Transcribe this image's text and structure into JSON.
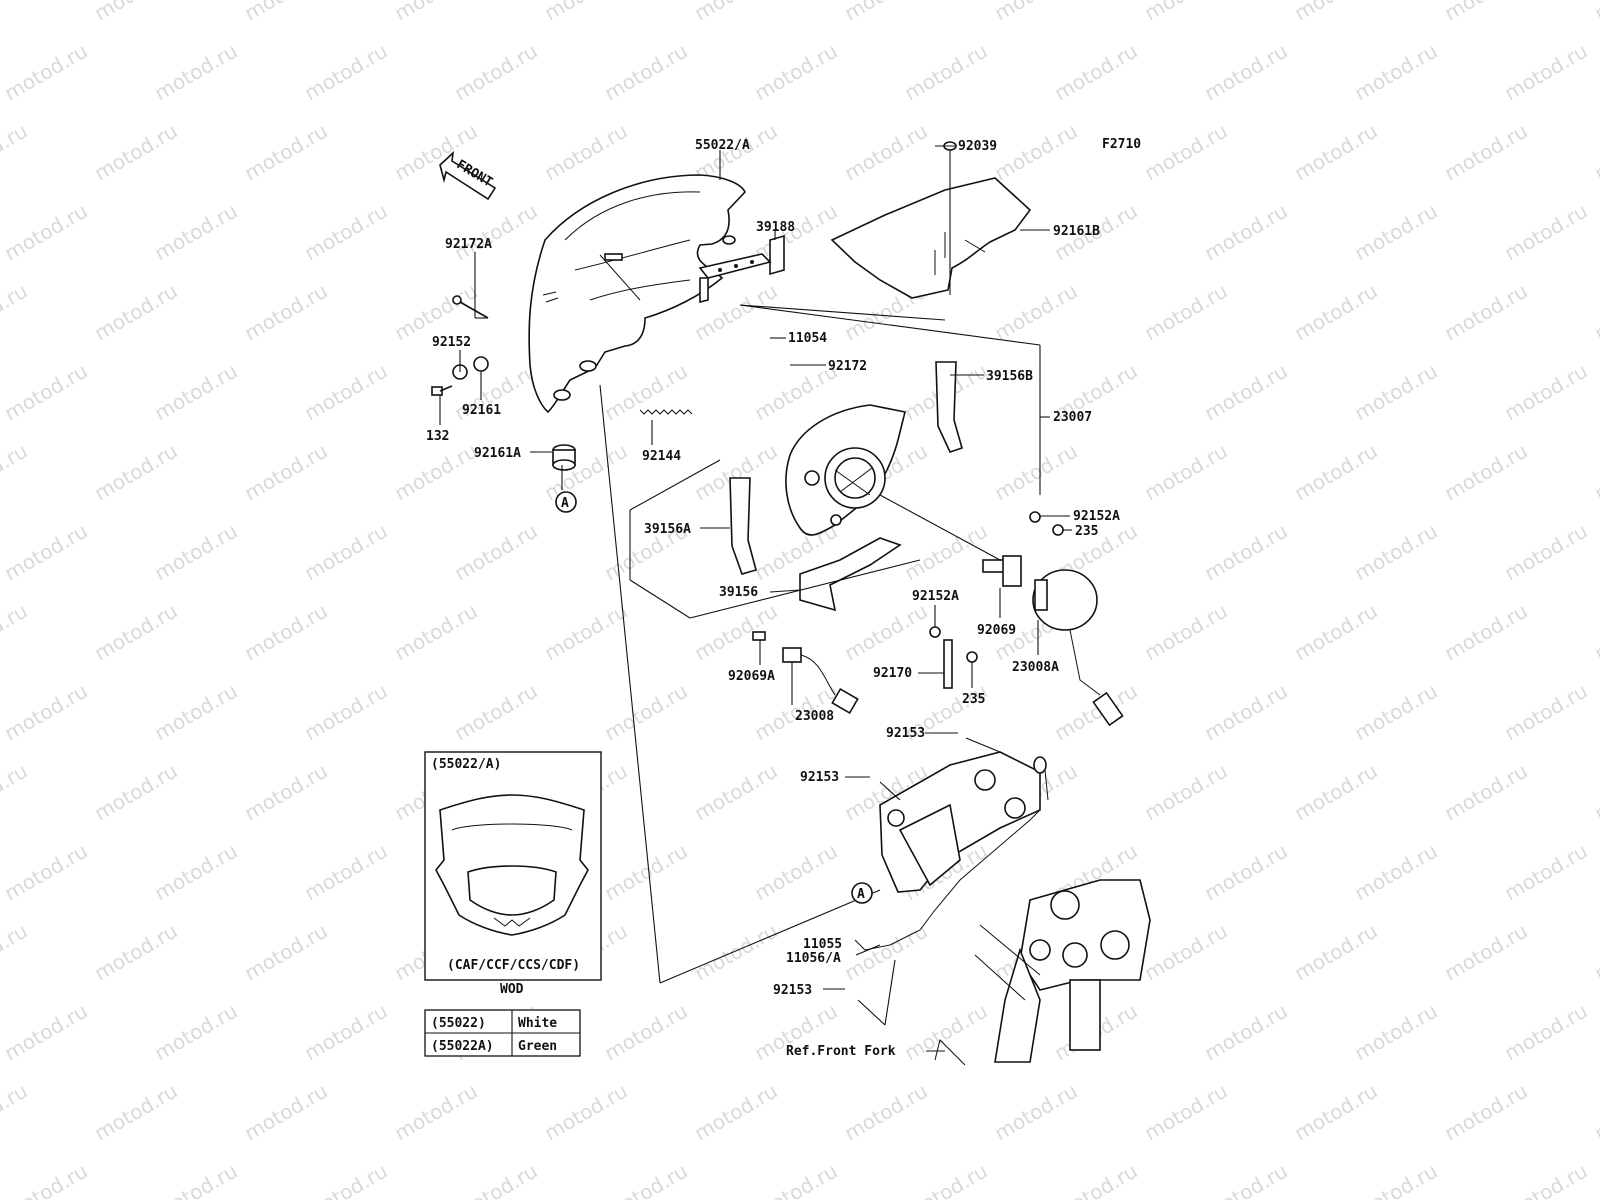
{
  "watermark": "motod.ru",
  "figure_code": "F2710",
  "front_label": "FRONT",
  "callout": "A",
  "parts": {
    "p55022A": "55022/A",
    "p92039": "92039",
    "p39188": "39188",
    "p92161B": "92161B",
    "p92172A": "92172A",
    "p11054": "11054",
    "p92172": "92172",
    "p92152": "92152",
    "p39156B": "39156B",
    "p132": "132",
    "p92161": "92161",
    "p23007": "23007",
    "p92161A": "92161A",
    "p92144": "92144",
    "p92152A_1": "92152A",
    "p235_1": "235",
    "p39156A": "39156A",
    "p39156": "39156",
    "p92152A_2": "92152A",
    "p92069": "92069",
    "p92170": "92170",
    "p23008A": "23008A",
    "p235_2": "235",
    "p92069A": "92069A",
    "p23008": "23008",
    "p92153_1": "92153",
    "p92153_2": "92153",
    "p11055": "11055",
    "p11056A": "11056/A",
    "p92153_3": "92153",
    "ref_front_fork": "Ref.Front Fork"
  },
  "inset": {
    "title": "(55022/A)",
    "models": "(CAF/CCF/CCS/CDF)",
    "caption": "WOD"
  },
  "color_table": [
    {
      "part": "(55022)",
      "color": "White"
    },
    {
      "part": "(55022A)",
      "color": "Green"
    }
  ]
}
